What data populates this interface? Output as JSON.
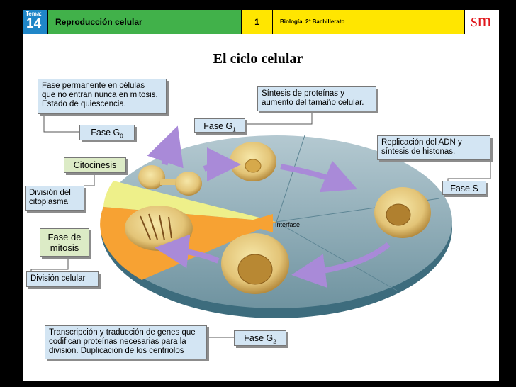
{
  "header": {
    "tema_label": "Tema:",
    "tema_number": "14",
    "title": "Reproducción celular",
    "slide_number": "1",
    "course": "Biología. 2º Bachillerato",
    "logo": "sm"
  },
  "title": "El ciclo celular",
  "labels": {
    "g0_description": "Fase permanente en células\nque no entran nunca en mitosis.\nEstado de quiescencia.",
    "g0_phase": "Fase G",
    "g0_sub": "0",
    "g1_phase": "Fase G",
    "g1_sub": "1",
    "g1_description": "Síntesis de proteínas y\naumento del tamaño celular.",
    "s_description": "Replicación del ADN y\nsíntesis de histonas.",
    "s_phase": "Fase S",
    "cytokinesis": "Citocinesis",
    "cytoplasm_division": "División del\ncitoplasma",
    "mitosis_phase": "Fase de\nmitosis",
    "cell_division": "División celular",
    "g2_description": "Transcripción y traducción de genes que\ncodifican proteínas necesarias para la\ndivisión. Duplicación de los centriolos",
    "g2_phase": "Fase G",
    "g2_sub": "2",
    "interphase": "Interfase"
  },
  "colors": {
    "tema_blue": "#1f86c8",
    "header_green": "#41b14a",
    "header_yellow": "#ffe600",
    "logo_red": "#e0161b",
    "label_blue": "#d3e5f3",
    "label_green": "#dcebc6",
    "disc_teal": "#7fa2ae",
    "mitosis_orange": "#f7a233",
    "cytokinesis_yellow": "#eef08a",
    "arrow_purple": "#a98ad8"
  }
}
